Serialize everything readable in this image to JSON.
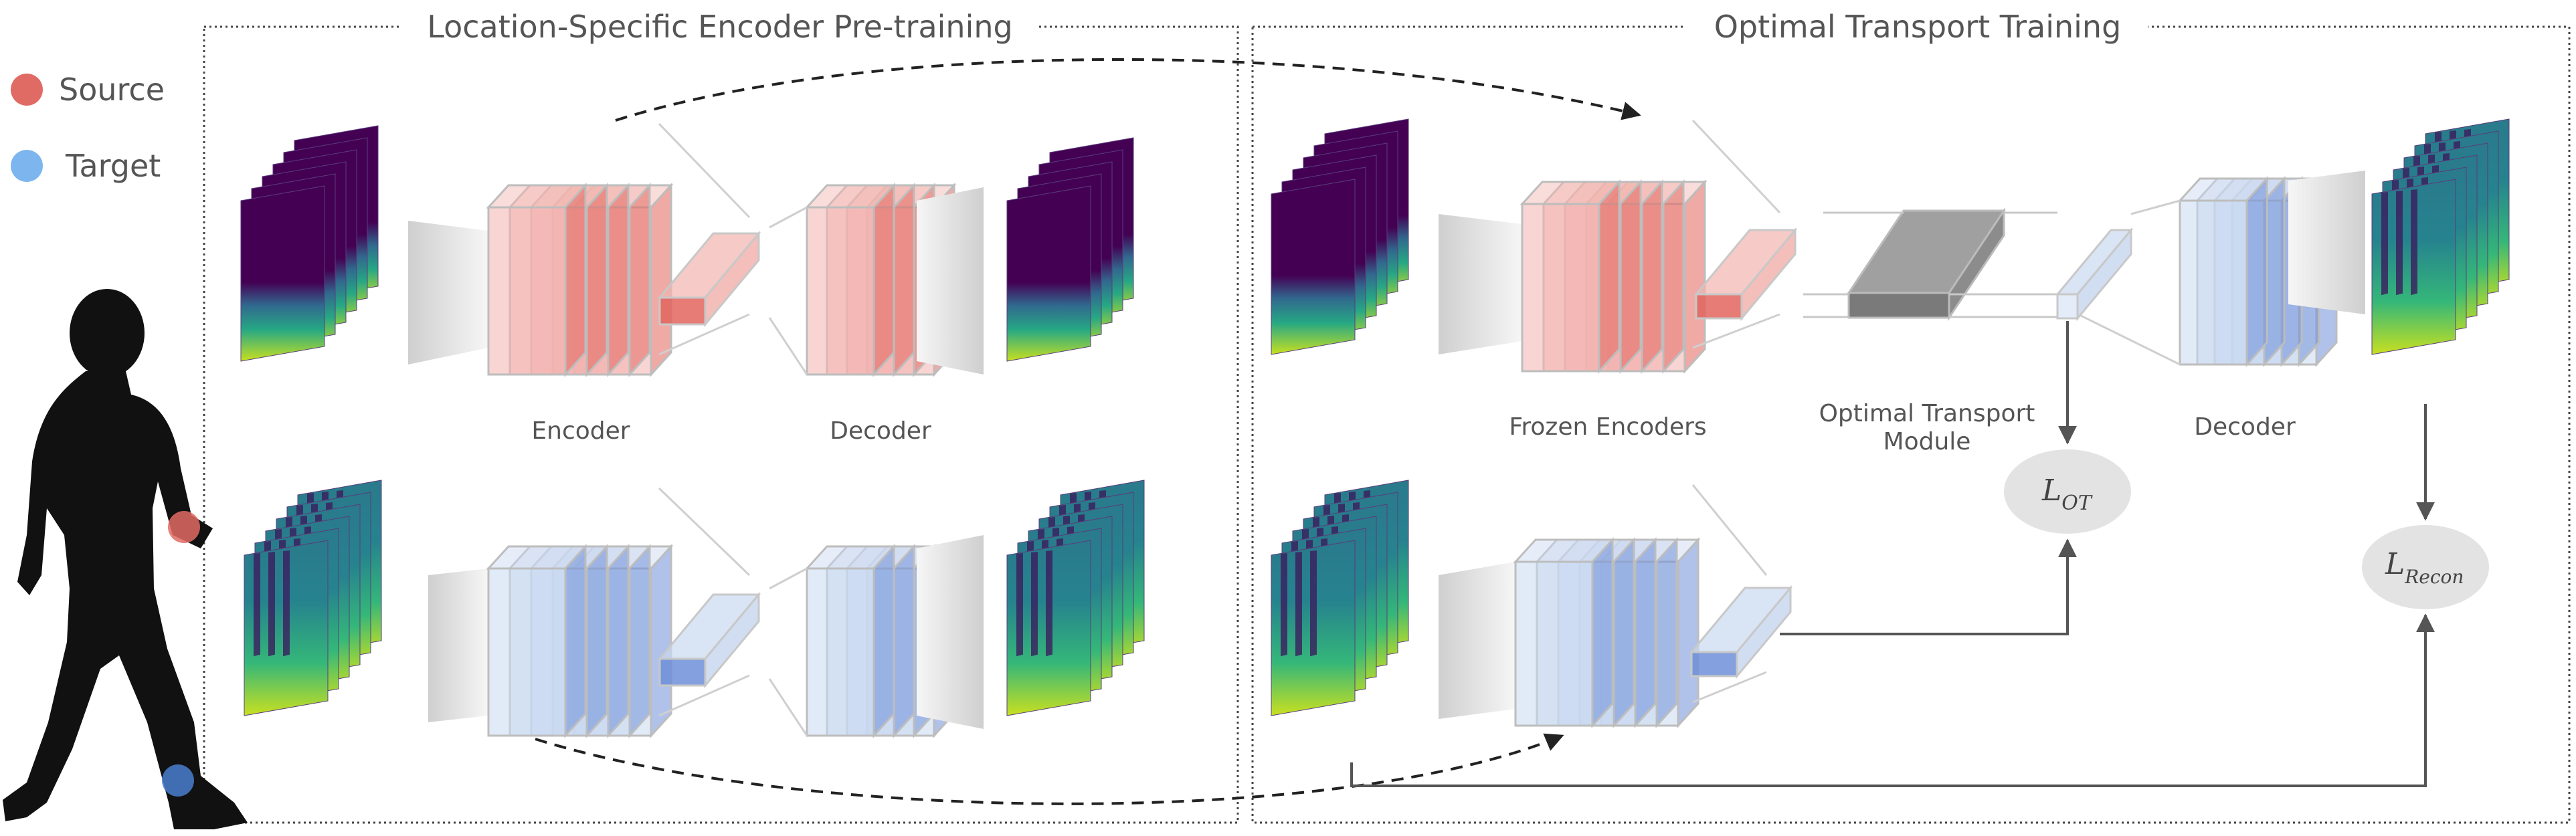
{
  "legend": {
    "source_label": "Source",
    "target_label": "Target",
    "source_color": "#e06a64",
    "target_color": "#7db6ee"
  },
  "panels": {
    "pretrain_title": "Location-Specific Encoder Pre-training",
    "ot_title": "Optimal Transport Training"
  },
  "labels": {
    "encoder": "Encoder",
    "decoder_left": "Decoder",
    "frozen_encoders": "Frozen Encoders",
    "ot_module_line1": "Optimal Transport",
    "ot_module_line2": "Module",
    "decoder_right": "Decoder"
  },
  "losses": {
    "ot_main": "L",
    "ot_sub": "OT",
    "recon_main": "L",
    "recon_sub": "Recon"
  },
  "colors": {
    "red_fill": "#f2b3ae",
    "red_dark": "#e2655d",
    "blue_fill": "#c9d8f0",
    "blue_dark": "#6f8fd8",
    "grey_module": "#8a8a8a",
    "loss_ellipse": "#e3e3e3",
    "spectro_dark": "#440154",
    "spectro_mid": "#21908c",
    "spectro_light": "#b5de2b"
  },
  "icons": {
    "person": "walking-person-silhouette",
    "source_sensor": "wrist-sensor-dot",
    "target_sensor": "ankle-sensor-dot"
  }
}
